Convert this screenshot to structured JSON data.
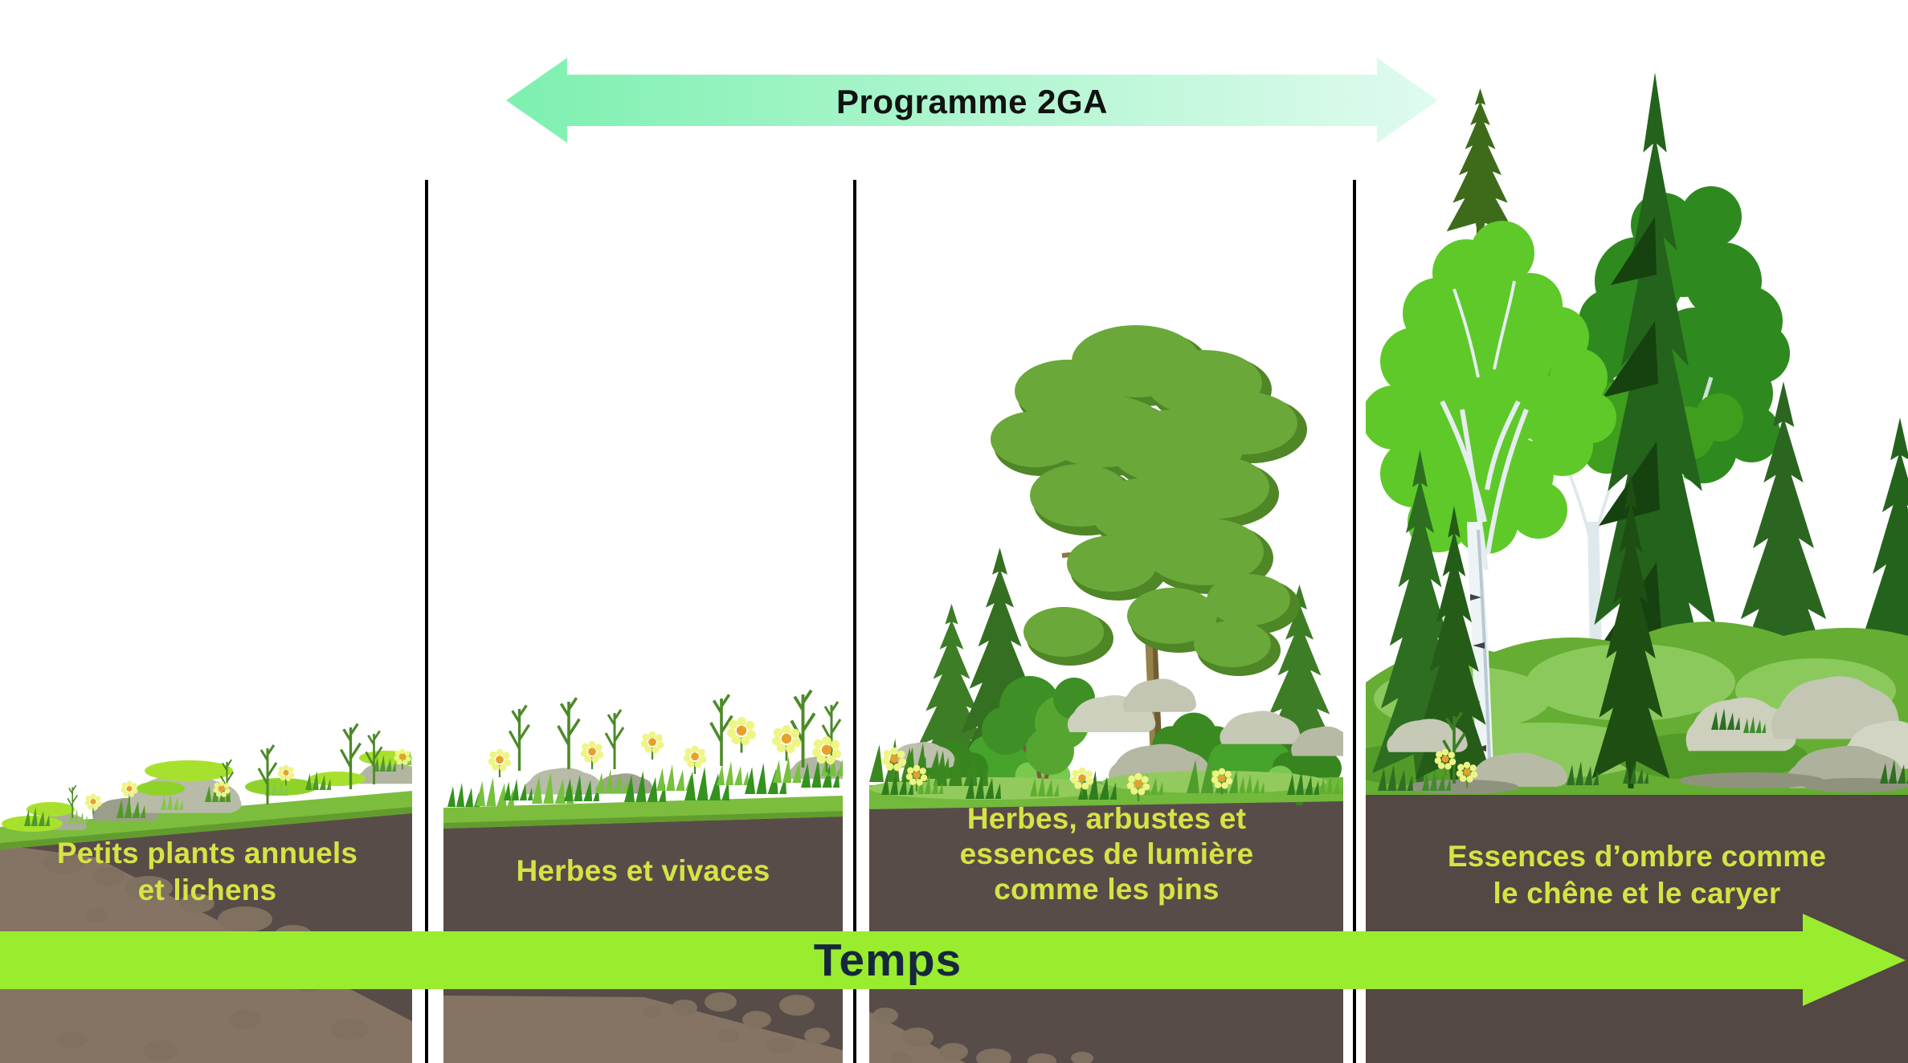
{
  "header_arrow": {
    "label": "Programme 2GA"
  },
  "timeline_arrow": {
    "label": "Temps"
  },
  "stages": [
    {
      "id": "stage-1",
      "label": "Petits plants annuels\net lichens",
      "illustration": "bare-ground-lichens-annuals"
    },
    {
      "id": "stage-2",
      "label": "Herbes et vivaces",
      "illustration": "grasses-and-perennials-meadow"
    },
    {
      "id": "stage-3",
      "label": "Herbes, arbustes et\nessences de lumière\ncomme les pins",
      "illustration": "shrubs-and-young-pines"
    },
    {
      "id": "stage-4",
      "label": "Essences d’ombre comme\nle chêne et le caryer",
      "illustration": "mature-shade-tolerant-forest"
    }
  ],
  "colors": {
    "stage_label": "#d6e345",
    "temps_text": "#15273c",
    "programme_text": "#121212",
    "timeline_arrow": "#9aec2f",
    "top_arrow_gradient_left": "#7df0af",
    "top_arrow_gradient_right": "#e0fbef",
    "divider": "#000000",
    "soil_dark": "#584c48",
    "soil_light": "#857464",
    "grass": "#7cbd3e"
  }
}
